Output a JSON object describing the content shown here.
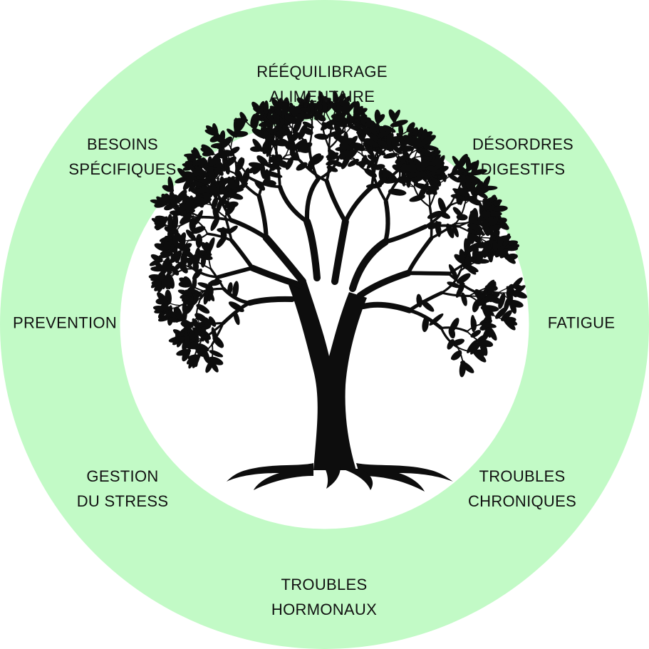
{
  "colors": {
    "ring": "#c2fac6",
    "inner": "#ffffff",
    "tree": "#0d0d0d",
    "text": "#111111"
  },
  "labels": {
    "top": [
      "RÉÉQUILIBRAGE",
      "ALIMENTAIRE"
    ],
    "top_left": [
      "BESOINS",
      "SPÉCIFIQUES"
    ],
    "top_right": [
      "DÉSORDRES",
      "DIGESTIFS"
    ],
    "left": [
      "PREVENTION"
    ],
    "right": [
      "FATIGUE"
    ],
    "bottom_left": [
      "GESTION",
      "DU STRESS"
    ],
    "bottom_right": [
      "TROUBLES",
      "CHRONIQUES"
    ],
    "bottom": [
      "TROUBLES",
      "HORMONAUX"
    ]
  },
  "center_icon": "tree-of-life-icon"
}
